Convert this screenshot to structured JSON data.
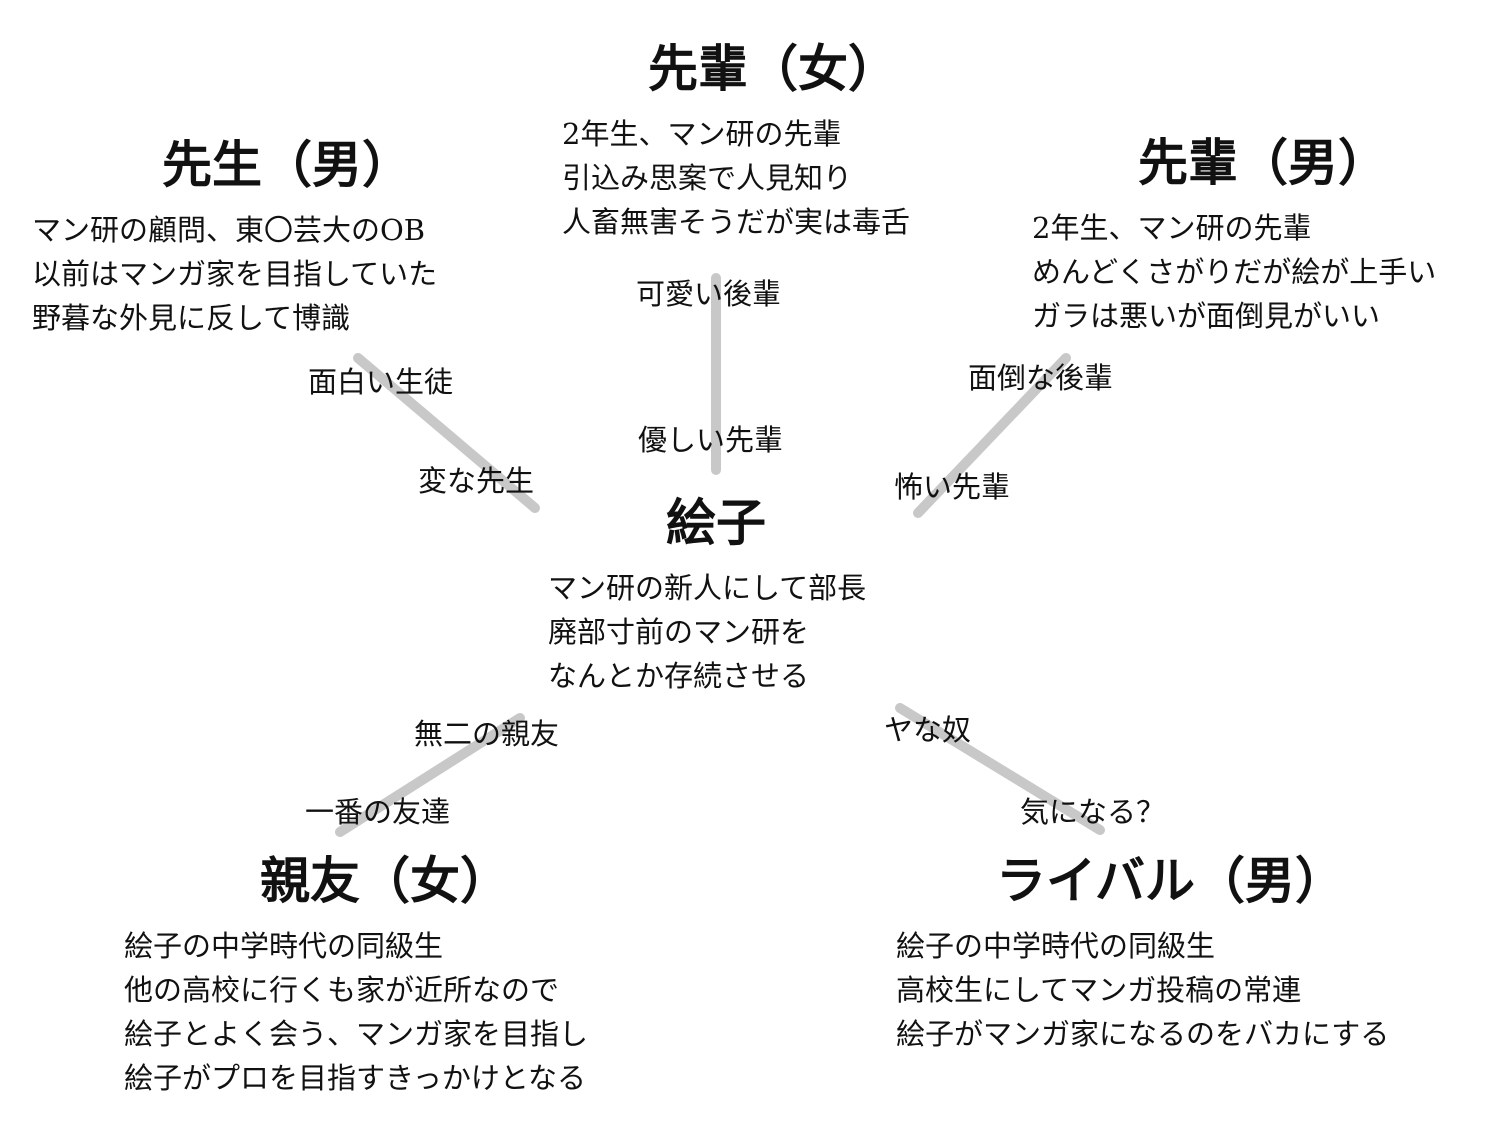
{
  "nodes": {
    "center": {
      "title": "絵子",
      "lines": [
        "マン研の新人にして部長",
        "廃部寸前のマン研を",
        "なんとか存続させる"
      ]
    },
    "senpai_female": {
      "title": "先輩（女）",
      "lines": [
        "2年生、マン研の先輩",
        "引込み思案で人見知り",
        "人畜無害そうだが実は毒舌"
      ]
    },
    "teacher_male": {
      "title": "先生（男）",
      "lines": [
        "マン研の顧問、東〇芸大のOB",
        "以前はマンガ家を目指していた",
        "野暮な外見に反して博識"
      ]
    },
    "senpai_male": {
      "title": "先輩（男）",
      "lines": [
        "2年生、マン研の先輩",
        "めんどくさがりだが絵が上手い",
        "ガラは悪いが面倒見がいい"
      ]
    },
    "best_friend_female": {
      "title": "親友（女）",
      "lines": [
        "絵子の中学時代の同級生",
        "他の高校に行くも家が近所なので",
        "絵子とよく会う、マンガ家を目指し",
        "絵子がプロを目指すきっかけとなる"
      ]
    },
    "rival_male": {
      "title": "ライバル（男）",
      "lines": [
        "絵子の中学時代の同級生",
        "高校生にしてマンガ投稿の常連",
        "絵子がマンガ家になるのをバカにする"
      ]
    }
  },
  "edge_labels": {
    "kawaii_kouhai": "可愛い後輩",
    "yasashii_senpai": "優しい先輩",
    "omoshiroi_seito": "面白い生徒",
    "hen_na_sensei": "変な先生",
    "mendou_na_kouhai": "面倒な後輩",
    "kowai_senpai": "怖い先輩",
    "muni_no_shinyuu": "無二の親友",
    "ichiban_no_tomodachi": "一番の友達",
    "ya_na_yatsu": "ヤな奴",
    "ki_ni_naru": "気になる？"
  },
  "colors": {
    "connector": "#c8c8c8",
    "text": "#111111"
  }
}
